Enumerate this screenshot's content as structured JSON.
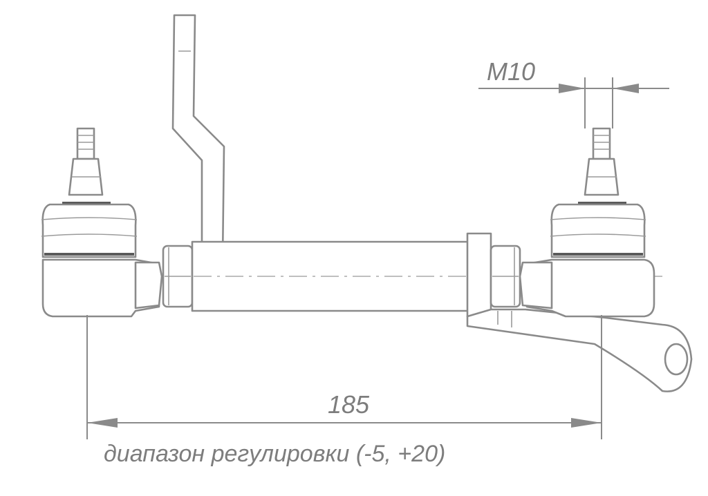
{
  "drawing": {
    "thread_label": "M10",
    "length_label": "185",
    "range_note": "диапазон регулировки (-5, +20)"
  },
  "colors": {
    "line": "#8a8a8a",
    "text": "#7d7d7d",
    "background": "#ffffff"
  }
}
